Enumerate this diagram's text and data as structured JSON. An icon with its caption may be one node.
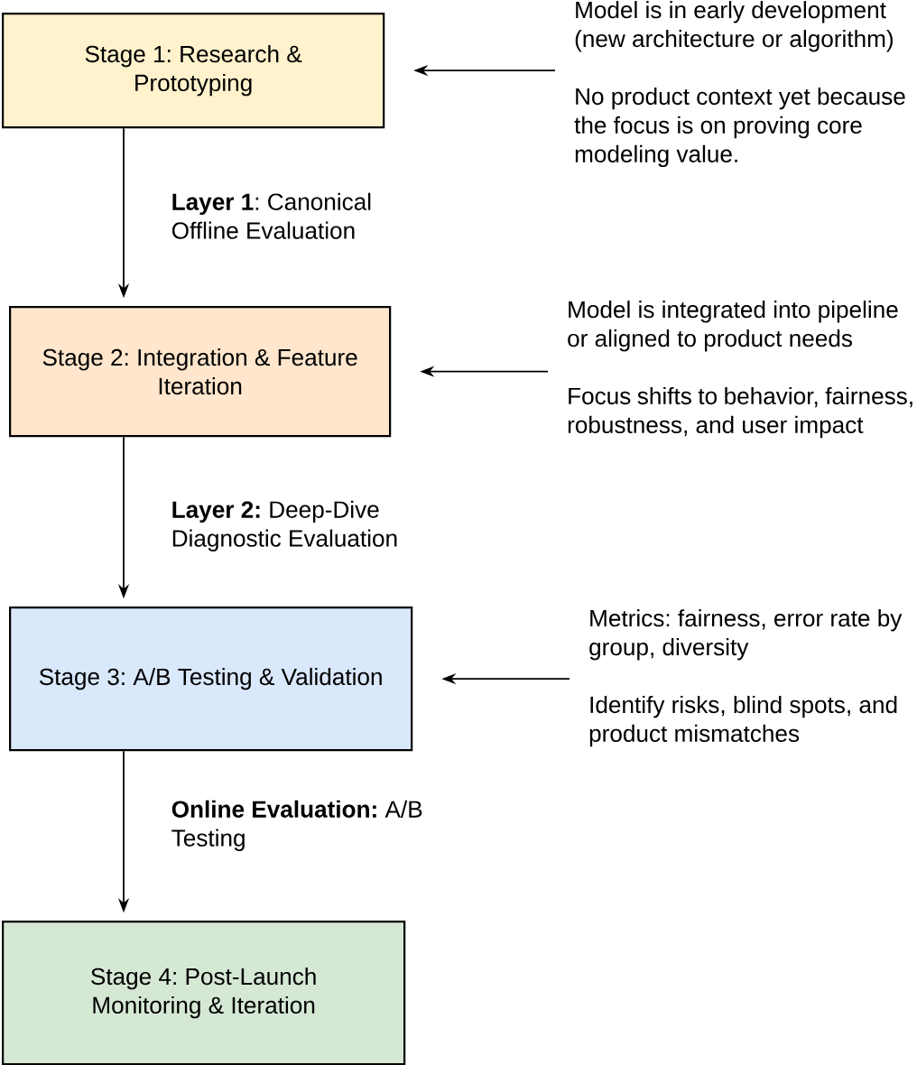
{
  "diagram": {
    "nodes": [
      {
        "text": [
          "Stage 1: Research & Prototyping"
        ]
      },
      {
        "text": [
          "Model is in early development (new architecture or algorithm)",
          "No product context yet because the focus is on proving core modeling value."
        ]
      },
      {
        "text": [
          "Stage 2: Integration & Feature Iteration"
        ]
      },
      {
        "text": [
          "Model is integrated into pipeline or aligned to product needs",
          "Focus shifts to behavior, fairness, robustness, and user impact"
        ]
      },
      {
        "text": [
          "Stage 3: A/B Testing & Validation"
        ]
      },
      {
        "text": [
          "Metrics: fairness, error rate by group, diversity",
          "Identify risks, blind spots, and product mismatches"
        ]
      },
      {
        "text": [
          "Stage 4: Post-Launch Monitoring & Iteration"
        ]
      }
    ],
    "edges": [
      {
        "from": 0,
        "to": 2,
        "arrow": "to",
        "label": "**Layer 1**: Canonical Offline Evaluation"
      },
      {
        "from": 2,
        "to": 4,
        "arrow": "to",
        "label": "**Layer 2:** Deep-Dive Diagnostic Evaluation"
      },
      {
        "from": 4,
        "to": 6,
        "arrow": "to",
        "label": "**Online Evaluation:** A/B Testing"
      },
      {
        "from": 1,
        "to": 0,
        "arrow": "to"
      },
      {
        "from": 3,
        "to": 2,
        "arrow": "to"
      },
      {
        "from": 5,
        "to": 4,
        "arrow": "to"
      }
    ]
  }
}
